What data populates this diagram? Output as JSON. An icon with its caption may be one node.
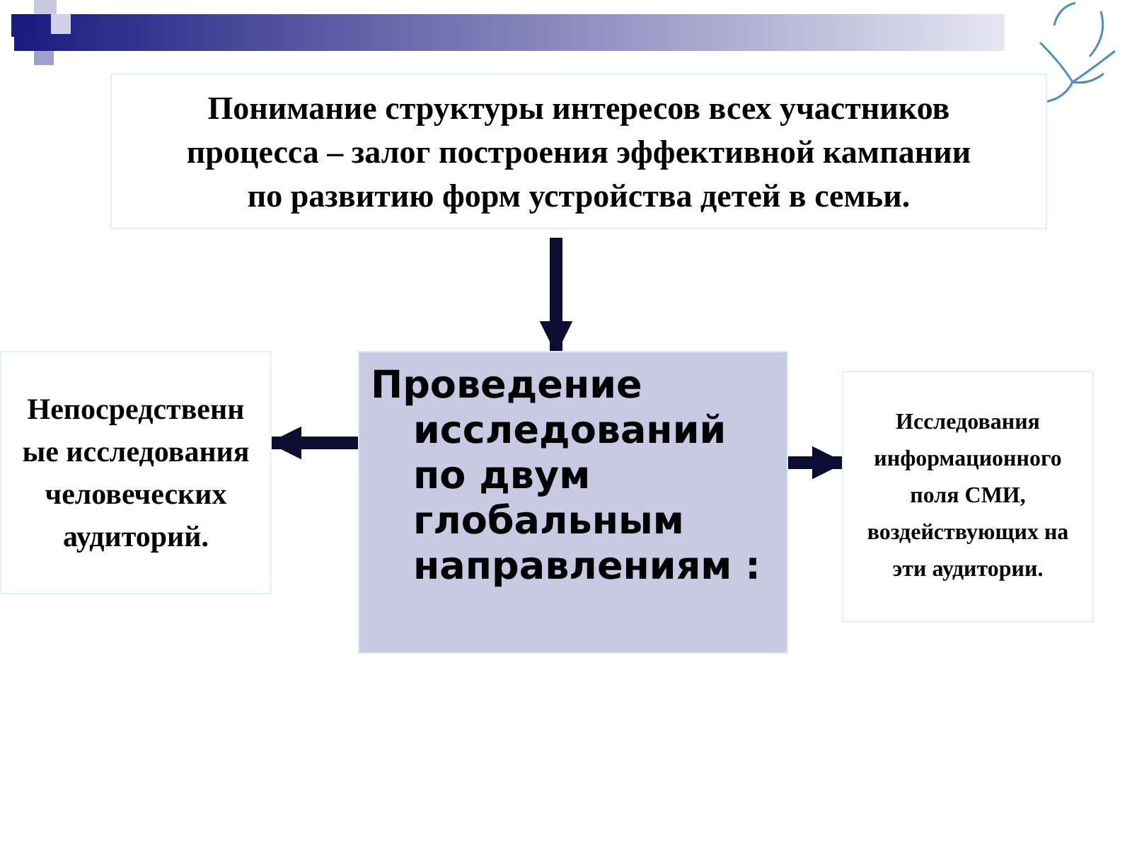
{
  "diagram": {
    "nodes": [
      {
        "text": [
          "Понимание структуры интересов всех участников процесса – залог построения эффективной кампании по развитию форм устройства детей в семьи."
        ]
      },
      {
        "text": [
          "Проведение исследований по двум глобальным направлениям :"
        ]
      },
      {
        "text": [
          "Непосредственные исследования человеческих аудиторий."
        ]
      },
      {
        "text": [
          "Исследования информационного поля СМИ, воздействующих на эти аудитории."
        ]
      }
    ],
    "edges": [
      {
        "from": 0,
        "to": 1,
        "arrow": "to"
      },
      {
        "from": 1,
        "to": 2,
        "arrow": "to"
      },
      {
        "from": 1,
        "to": 3,
        "arrow": "to"
      }
    ]
  }
}
